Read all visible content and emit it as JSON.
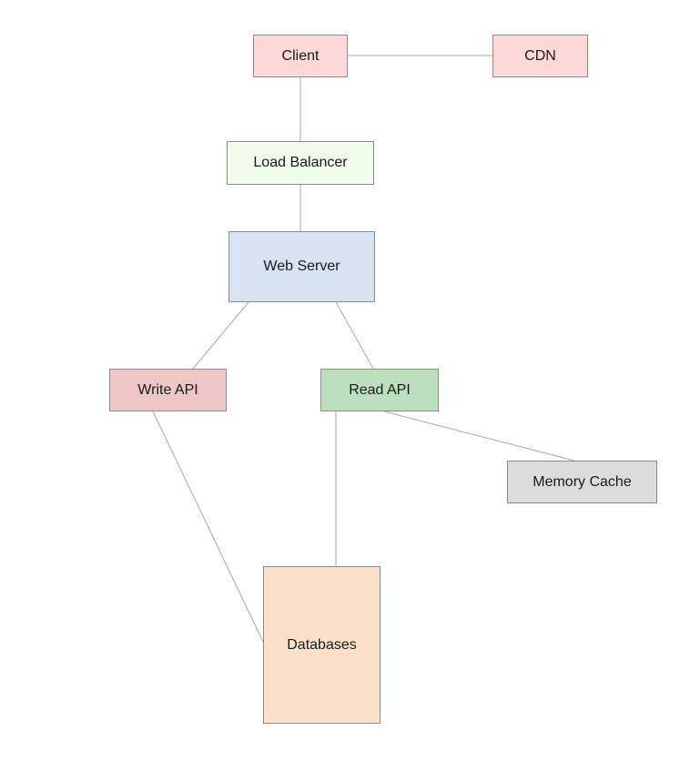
{
  "nodes": {
    "client": {
      "label": "Client",
      "color": "#fdd8d8"
    },
    "cdn": {
      "label": "CDN",
      "color": "#fdd8d8"
    },
    "lb": {
      "label": "Load Balancer",
      "color": "#effcec"
    },
    "web": {
      "label": "Web Server",
      "color": "#d7e3f0"
    },
    "write": {
      "label": "Write API",
      "color": "#efc6c8"
    },
    "read": {
      "label": "Read API",
      "color": "#bcdfbd"
    },
    "cache": {
      "label": "Memory Cache",
      "color": "#dcdcdc"
    },
    "db": {
      "label": "Databases",
      "color": "#fbe1c9"
    }
  },
  "edges": [
    [
      "client",
      "cdn"
    ],
    [
      "client",
      "lb"
    ],
    [
      "lb",
      "web"
    ],
    [
      "web",
      "write"
    ],
    [
      "web",
      "read"
    ],
    [
      "read",
      "cache"
    ],
    [
      "read",
      "db"
    ],
    [
      "write",
      "db"
    ]
  ],
  "line_color": "#a8a8a8"
}
